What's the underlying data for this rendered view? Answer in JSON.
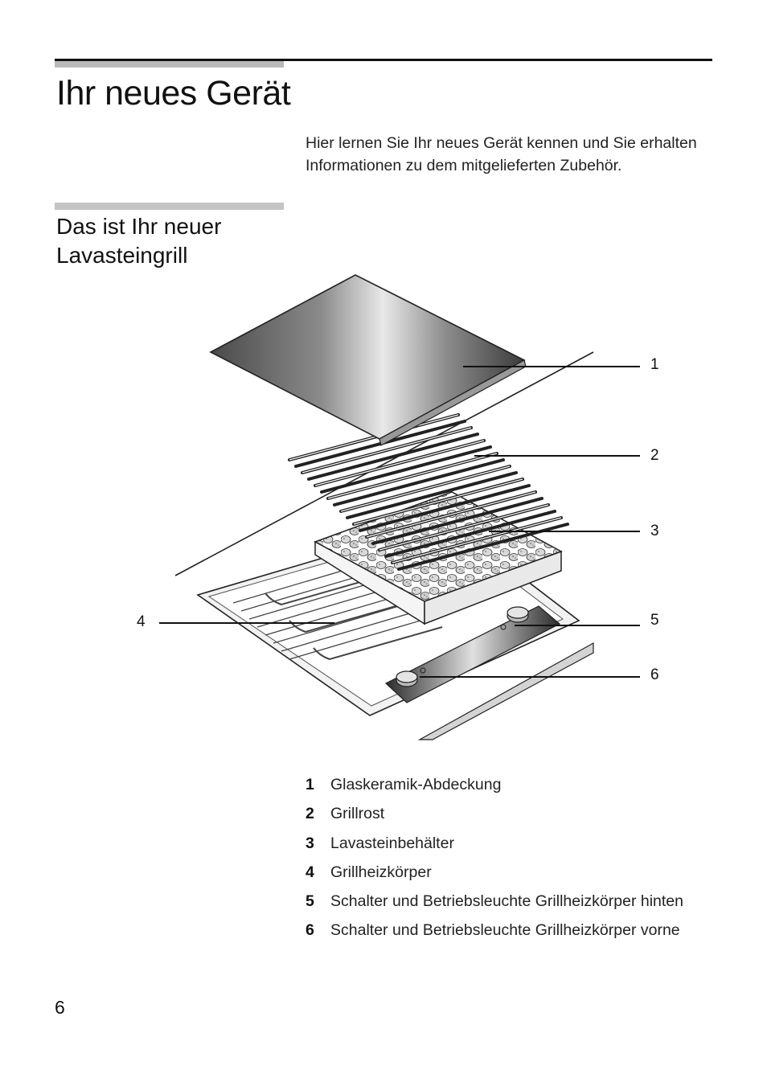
{
  "header": {
    "title": "Ihr neues Gerät",
    "intro": "Hier lernen Sie Ihr neues Gerät kennen und Sie erhalten Informationen zu dem mitgelieferten Zubehör."
  },
  "section": {
    "title_line1": "Das ist Ihr neuer",
    "title_line2": "Lavasteingrill"
  },
  "figure": {
    "callouts": [
      "1",
      "2",
      "3",
      "4",
      "5",
      "6"
    ]
  },
  "legend": [
    {
      "num": "1",
      "label": "Glaskeramik-Abdeckung"
    },
    {
      "num": "2",
      "label": "Grillrost"
    },
    {
      "num": "3",
      "label": "Lavasteinbehälter"
    },
    {
      "num": "4",
      "label": "Grillheizkörper"
    },
    {
      "num": "5",
      "label": "Schalter und Betriebsleuchte Grillheizkörper hinten"
    },
    {
      "num": "6",
      "label": "Schalter und Betriebsleuchte Grillheizkörper vorne"
    }
  ],
  "footer": {
    "page_number": "6"
  }
}
